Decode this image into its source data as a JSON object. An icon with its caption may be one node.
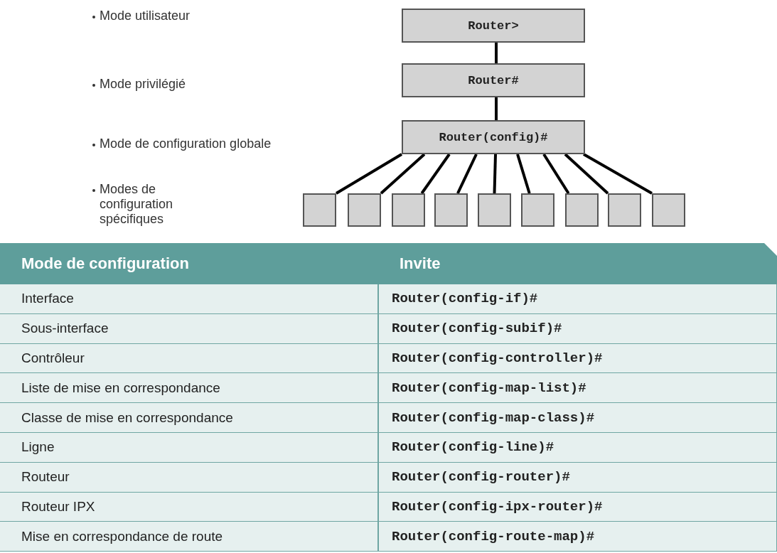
{
  "diagram": {
    "nodes": [
      {
        "text": [
          "Router>"
        ]
      },
      {
        "text": [
          "Router#"
        ]
      },
      {
        "text": [
          "Router(config)#"
        ]
      },
      {
        "text": [],
        "shape": "box"
      },
      {
        "text": [],
        "shape": "box"
      },
      {
        "text": [],
        "shape": "box"
      },
      {
        "text": [],
        "shape": "box"
      },
      {
        "text": [],
        "shape": "box"
      },
      {
        "text": [],
        "shape": "box"
      },
      {
        "text": [],
        "shape": "box"
      },
      {
        "text": [],
        "shape": "box"
      },
      {
        "text": [],
        "shape": "box"
      }
    ],
    "edges": [
      {
        "from": 0,
        "to": 1,
        "arrow": "none"
      },
      {
        "from": 1,
        "to": 2,
        "arrow": "none"
      },
      {
        "from": 2,
        "to": 3,
        "arrow": "none"
      },
      {
        "from": 2,
        "to": 4,
        "arrow": "none"
      },
      {
        "from": 2,
        "to": 5,
        "arrow": "none"
      },
      {
        "from": 2,
        "to": 6,
        "arrow": "none"
      },
      {
        "from": 2,
        "to": 7,
        "arrow": "none"
      },
      {
        "from": 2,
        "to": 8,
        "arrow": "none"
      },
      {
        "from": 2,
        "to": 9,
        "arrow": "none"
      },
      {
        "from": 2,
        "to": 10,
        "arrow": "none"
      },
      {
        "from": 2,
        "to": 11,
        "arrow": "none"
      }
    ],
    "labels": [
      "Mode utilisateur",
      "Mode privilégié",
      "Mode de configuration globale",
      "Modes de configuration spécifiques",
      "Mode de configuration",
      "Invite",
      "Interface",
      "Router(config-if)#",
      "Sous-interface",
      "Router(config-subif)#",
      "Contrôleur",
      "Router(config-controller)#",
      "Liste de mise en correspondance",
      "Router(config-map-list)#",
      "Classe de mise en correspondance",
      "Router(config-map-class)#",
      "Ligne",
      "Router(config-line)#",
      "Routeur",
      "Router(config-router)#",
      "Routeur IPX",
      "Router(config-ipx-router)#",
      "Mise en correspondance de route",
      "Router(config-route-map)#"
    ]
  }
}
